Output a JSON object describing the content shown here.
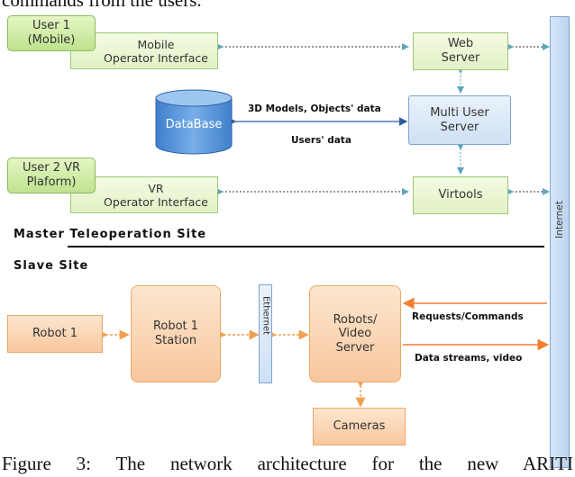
{
  "header_text": "commands from the users.",
  "nodes": {
    "user1": "User 1\n(Mobile)",
    "mobile_interface": "Mobile\nOperator Interface",
    "web_server": "Web\nServer",
    "database": "DataBase",
    "multi_user_server": "Multi User\nServer",
    "user2": "User 2 VR\nPlaform)",
    "vr_interface": "VR\nOperator Interface",
    "virtools": "Virtools",
    "internet": "Internet",
    "robot1": "Robot 1",
    "robot1_station": "Robot 1\nStation",
    "ethernet": "Ethernet",
    "video_server": "Robots/\nVideo\nServer",
    "cameras": "Cameras"
  },
  "edge_labels": {
    "models": "3D Models, Objects' data",
    "users": "Users' data",
    "requests": "Requests/Commands",
    "streams": "Data streams, video"
  },
  "sections": {
    "master": "Master Teleoperation Site",
    "slave": "Slave Site"
  },
  "caption": "Figure 3: The network architecture for the new ARITI",
  "colors": {
    "green_arrow": "#6ab0c0",
    "orange_arrow": "#f0a050",
    "divider": "#000000"
  }
}
